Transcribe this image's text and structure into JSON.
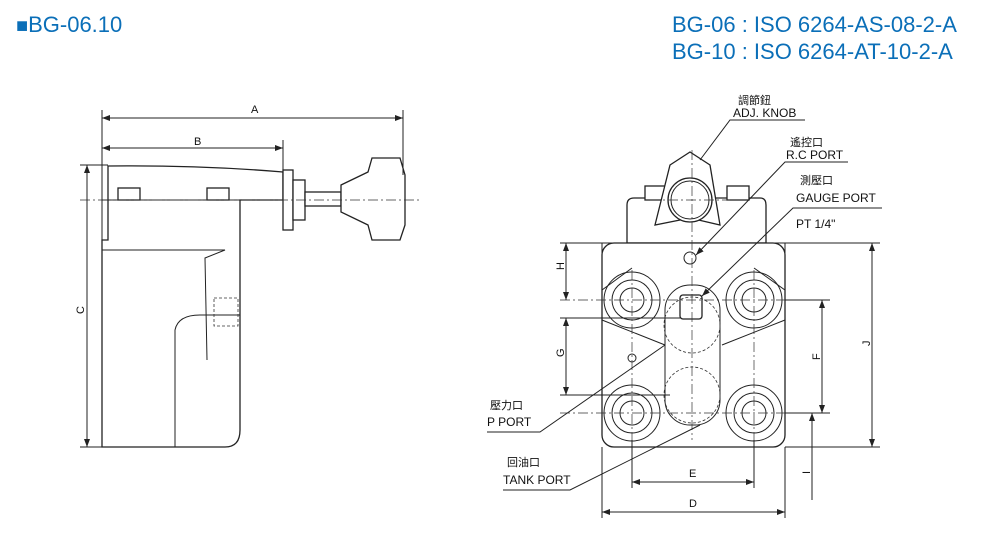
{
  "header": {
    "model_marker": "■",
    "model": "BG-06.10",
    "spec_lines": [
      "BG-06 : ISO 6264-AS-08-2-A",
      "BG-10 : ISO 6264-AT-10-2-A"
    ]
  },
  "colors": {
    "accent": "#0b6fb8"
  },
  "dimensions": {
    "a": "A",
    "b": "B",
    "c": "C",
    "d": "D",
    "e": "E",
    "f": "F",
    "g": "G",
    "h": "H",
    "i": "I",
    "j": "J"
  },
  "callouts": {
    "adj_knob": {
      "zh": "調節鈕",
      "en": "ADJ. KNOB"
    },
    "rc_port": {
      "zh": "遙控口",
      "en": "R.C PORT"
    },
    "gauge_port": {
      "zh": "測壓口",
      "en": "GAUGE PORT",
      "size": "PT  1/4\""
    },
    "p_port": {
      "zh": "壓力口",
      "en": "P PORT"
    },
    "tank_port": {
      "zh": "回油口",
      "en": "TANK PORT"
    }
  }
}
